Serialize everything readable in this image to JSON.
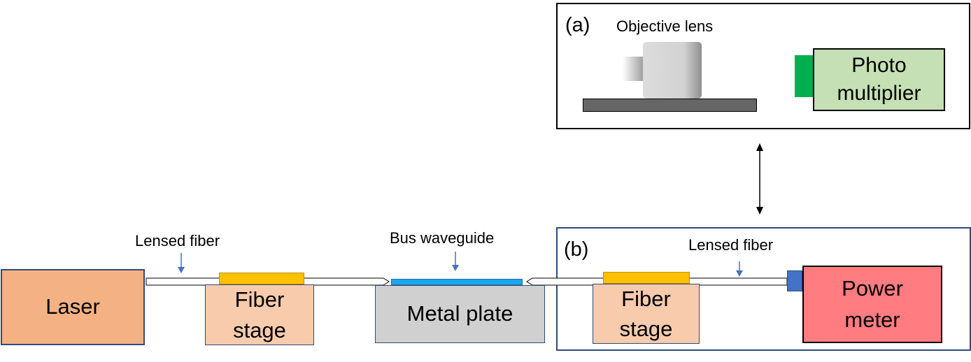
{
  "labels": {
    "panel_a_tag": "(a)",
    "panel_b_tag": "(b)",
    "objective_lens": "Objective lens",
    "photo_multiplier_line1": "Photo",
    "photo_multiplier_line2": "multiplier",
    "laser": "Laser",
    "fiber_stage_left_line1": "Fiber",
    "fiber_stage_left_line2": "stage",
    "fiber_stage_right_line1": "Fiber",
    "fiber_stage_right_line2": "stage",
    "metal_plate": "Metal plate",
    "power_meter_line1": "Power",
    "power_meter_line2": "meter",
    "lensed_fiber_left": "Lensed fiber",
    "lensed_fiber_right": "Lensed fiber",
    "bus_waveguide": "Bus waveguide"
  },
  "colors": {
    "laser": "#f4b183",
    "fiber_stage": "#f8cbad",
    "fiber_clamp": "#ffc000",
    "metal_plate": "#d0d0d0",
    "waveguide": "#1aa7ec",
    "power_meter": "#ff7c80",
    "power_meter_connector": "#4472c4",
    "photo_multiplier": "#c5e0b4",
    "photo_multiplier_connector": "#00b050",
    "pointer_arrow": "#4472c4",
    "panel_b_border": "#2f4b7c"
  }
}
